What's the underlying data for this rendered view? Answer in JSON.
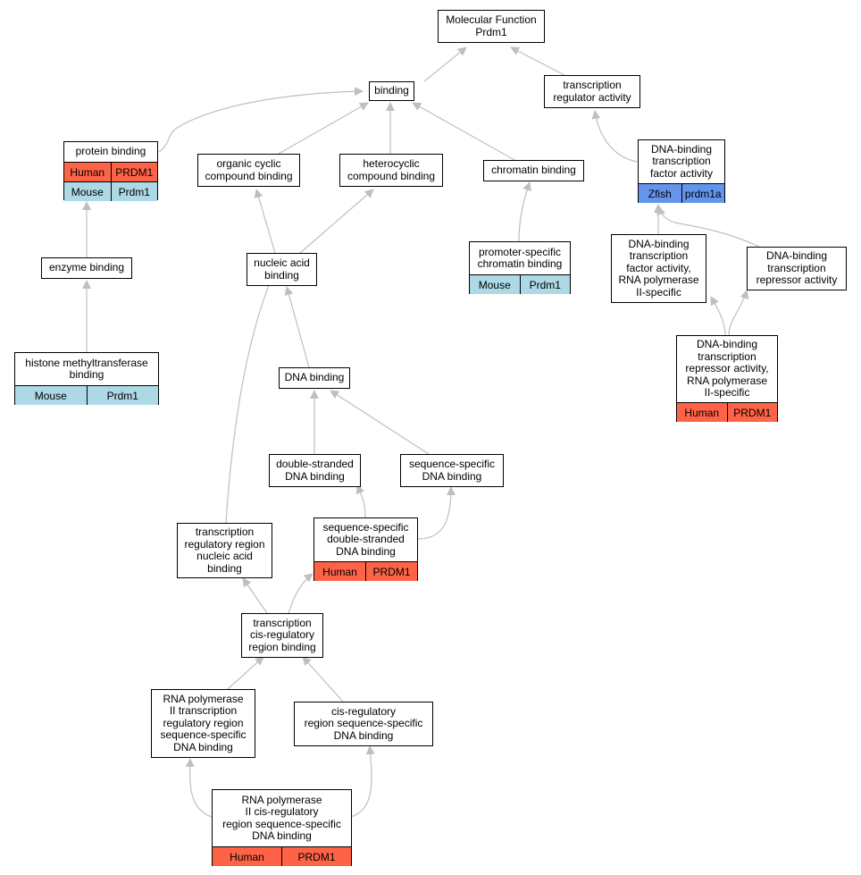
{
  "colors": {
    "human": "#ff6347",
    "mouse": "#add8e6",
    "zfish": "#6495ed",
    "edge": "#bfbfbf"
  },
  "nodes": {
    "mf_root": {
      "label": "Molecular Function\nPrdm1"
    },
    "binding": {
      "label": "binding"
    },
    "tra": {
      "label": "transcription\nregulator activity"
    },
    "protein": {
      "label": "protein binding",
      "rows": [
        [
          "Human",
          "PRDM1"
        ],
        [
          "Mouse",
          "Prdm1"
        ]
      ]
    },
    "organic": {
      "label": "organic cyclic\ncompound binding"
    },
    "hetero": {
      "label": "heterocyclic\ncompound binding"
    },
    "chromatin": {
      "label": "chromatin binding"
    },
    "dbtfa": {
      "label": "DNA-binding\ntranscription\nfactor activity",
      "rows": [
        [
          "Zfish",
          "prdm1a"
        ]
      ]
    },
    "enzyme": {
      "label": "enzyme binding"
    },
    "nucleic": {
      "label": "nucleic acid\nbinding"
    },
    "promoter": {
      "label": "promoter-specific\nchromatin binding",
      "rows": [
        [
          "Mouse",
          "Prdm1"
        ]
      ]
    },
    "dbtfa_pol2": {
      "label": "DNA-binding\ntranscription\nfactor activity,\nRNA polymerase\nII-specific"
    },
    "dbtra": {
      "label": "DNA-binding\ntranscription\nrepressor activity"
    },
    "histone": {
      "label": "histone methyltransferase\nbinding",
      "rows": [
        [
          "Mouse",
          "Prdm1"
        ]
      ]
    },
    "dbtra_pol2": {
      "label": "DNA-binding\ntranscription\nrepressor activity,\nRNA polymerase\nII-specific",
      "rows": [
        [
          "Human",
          "PRDM1"
        ]
      ]
    },
    "dna": {
      "label": "DNA binding"
    },
    "dsdna": {
      "label": "double-stranded\nDNA binding"
    },
    "ssdna": {
      "label": "sequence-specific\nDNA binding"
    },
    "trr_na": {
      "label": "transcription\nregulatory region\nnucleic acid\nbinding"
    },
    "ss_ds": {
      "label": "sequence-specific\ndouble-stranded\nDNA binding",
      "rows": [
        [
          "Human",
          "PRDM1"
        ]
      ]
    },
    "cis_reg": {
      "label": "transcription\ncis-regulatory\nregion binding"
    },
    "pol2_trr": {
      "label": "RNA polymerase\nII transcription\nregulatory region\nsequence-specific\nDNA binding"
    },
    "cis_ss": {
      "label": "cis-regulatory\nregion sequence-specific\nDNA binding"
    },
    "pol2_cis": {
      "label": "RNA polymerase\nII cis-regulatory\nregion sequence-specific\nDNA binding",
      "rows": [
        [
          "Human",
          "PRDM1"
        ]
      ]
    }
  }
}
